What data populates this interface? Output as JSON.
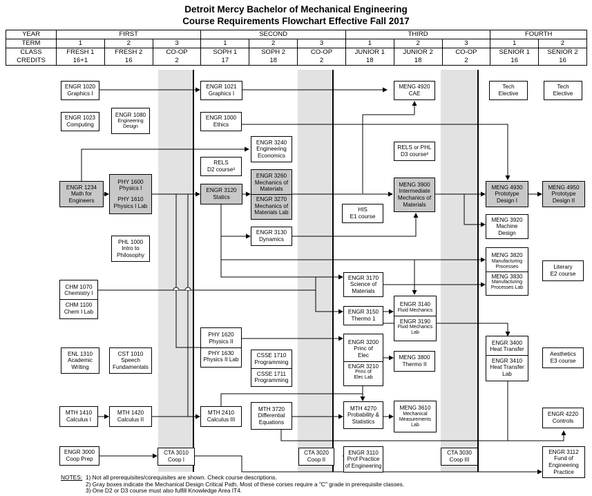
{
  "title_line1": "Detroit Mercy Bachelor of Mechanical Engineering",
  "title_line2": "Course Requirements Flowchart Effective Fall 2017",
  "header": {
    "year_label": "YEAR",
    "term_label": "TERM",
    "class_label": "CLASS",
    "credits_label": "CREDITS",
    "years": [
      "FIRST",
      "SECOND",
      "THIRD",
      "FOURTH"
    ],
    "terms": [
      "1",
      "2",
      "3",
      "1",
      "2",
      "3",
      "1",
      "2",
      "3",
      "1",
      "2"
    ],
    "classes": [
      "FRESH 1",
      "FRESH 2",
      "CO-OP",
      "SOPH 1",
      "SOPH 2",
      "CO-OP",
      "JUNIOR 1",
      "JUNIOR 2",
      "CO-OP",
      "SENIOR 1",
      "SENIOR 2"
    ],
    "credits": [
      "16+1",
      "16",
      "2",
      "17",
      "18",
      "2",
      "18",
      "18",
      "2",
      "16",
      "16"
    ]
  },
  "courses": {
    "engr1020": {
      "code": "ENGR 1020",
      "name": "Graphics I"
    },
    "engr1023": {
      "code": "ENGR 1023",
      "name": "Computing"
    },
    "engr1080": {
      "code": "ENGR 1080",
      "name1": "Engineering",
      "name2": "Design"
    },
    "engr1234": {
      "code": "ENGR 1234",
      "name1": "Math for",
      "name2": "Engineers"
    },
    "phy1600": {
      "code": "PHY 1600",
      "name": "Physics I"
    },
    "phy1610": {
      "code": "PHY 1610",
      "name": "Physics I Lab"
    },
    "phl1000": {
      "code": "PHL 1000",
      "name1": "Intro to",
      "name2": "Philosophy"
    },
    "chm1070": {
      "code": "CHM 1070",
      "name": "Chemistry I"
    },
    "chm1100": {
      "code": "CHM 1100",
      "name": "Chem I Lab"
    },
    "enl1310": {
      "code": "ENL 1310",
      "name1": "Academic",
      "name2": "Writing"
    },
    "cst1010": {
      "code": "CST 1010",
      "name1": "Speech",
      "name2": "Fundamentals"
    },
    "mth1410": {
      "code": "MTH 1410",
      "name": "Calculus I"
    },
    "mth1420": {
      "code": "MTH 1420",
      "name": "Calculus II"
    },
    "engr3000": {
      "code": "ENGR 3000",
      "name": "Coop Prep"
    },
    "cta3010": {
      "code": "CTA 3010",
      "name": "Coop I"
    },
    "engr1021": {
      "code": "ENGR 1021",
      "name": "Graphics I"
    },
    "engr1000": {
      "code": "ENGR 1000",
      "name": "Ethics"
    },
    "rels": {
      "code": "RELS",
      "name": "D2 course³"
    },
    "engr3120": {
      "code": "ENGR 3120",
      "name": "Statics"
    },
    "phy1620": {
      "code": "PHY 1620",
      "name": "Physics II"
    },
    "phy1630": {
      "code": "PHY 1630",
      "name": "Physics II Lab"
    },
    "mth2410": {
      "code": "MTH 2410",
      "name": "Calculus III"
    },
    "engr3240": {
      "code": "ENGR 3240",
      "name1": "Engineering",
      "name2": "Economics"
    },
    "engr3260": {
      "code": "ENGR 3260",
      "name1": "Mechanics of",
      "name2": "Materials"
    },
    "engr3270": {
      "code": "ENGR 3270",
      "name1": "Mechanics of",
      "name2": "Materials Lab"
    },
    "engr3130": {
      "code": "ENGR 3130",
      "name": "Dynamics"
    },
    "csse1710": {
      "code": "CSSE 1710",
      "name": "Programming"
    },
    "csse1711": {
      "code": "CSSE 1711",
      "name": "Programming"
    },
    "mth3720": {
      "code": "MTH 3720",
      "name1": "Differential",
      "name2": "Equations"
    },
    "cta3020": {
      "code": "CTA 3020",
      "name": "Coop II"
    },
    "his": {
      "code": "HIS",
      "name": "E1 course"
    },
    "engr3170": {
      "code": "ENGR 3170",
      "name1": "Science of",
      "name2": "Materials"
    },
    "engr3150": {
      "code": "ENGR 3150",
      "name": "Thermo 1"
    },
    "engr3200": {
      "code": "ENGR 3200",
      "name": "Princ of",
      "name2": "Elec"
    },
    "engr3210": {
      "code": "ENGR 3210",
      "name1": "Princ of",
      "name2": "Elec Lab"
    },
    "mth4270": {
      "code": "MTH 4270",
      "name1": "Probability &",
      "name2": "Statistics"
    },
    "engr3110": {
      "code": "ENGR 3110",
      "name1": "Prof Practice",
      "name2": "of Engineering"
    },
    "meng4920": {
      "code": "MENG 4920",
      "name": "CAE"
    },
    "relsphl": {
      "code": "RELS or PHL",
      "name": "D3 course³"
    },
    "meng3900": {
      "code": "MENG 3900",
      "name1": "Intermediate",
      "name2": "Mechanics of",
      "name3": "Materials"
    },
    "engr3140": {
      "code": "ENGR 3140",
      "name": "Fluid Mechanics"
    },
    "engr3190": {
      "code": "ENGR 3190",
      "name1": "Fluid Mechanics",
      "name2": "Lab"
    },
    "meng3800": {
      "code": "MENG 3800",
      "name": "Thermo II"
    },
    "meng3610": {
      "code": "MENG 3610",
      "name1": "Mechanical",
      "name2": "Measurements",
      "name3": "Lab"
    },
    "cta3030": {
      "code": "CTA 3030",
      "name": "Coop III"
    },
    "tech": {
      "name1": "Tech",
      "name2": "Elective"
    },
    "meng4930": {
      "code": "MENG 4930",
      "name1": "Prototype",
      "name2": "Design I"
    },
    "meng3920": {
      "code": "MENG 3920",
      "name1": "Machine",
      "name2": "Design"
    },
    "meng3820": {
      "code": "MENG 3820",
      "name1": "Manufacturing",
      "name2": "Processes"
    },
    "meng3830": {
      "code": "MENG 3830",
      "name1": "Manufacturing",
      "name2": "Processes Lab"
    },
    "engr3400": {
      "code": "ENGR 3400",
      "name": "Heat Transfer"
    },
    "engr3410": {
      "code": "ENGR 3410",
      "name1": "Heat Transfer",
      "name2": "Lab"
    },
    "tech2": {
      "name1": "Tech",
      "name2": "Elective"
    },
    "meng4950": {
      "code": "MENG 4950",
      "name1": "Prototype",
      "name2": "Design II"
    },
    "literary": {
      "name1": "Literary",
      "name2": "E2 course"
    },
    "aesthetics": {
      "name1": "Aesthetics",
      "name2": "E3 course"
    },
    "engr4220": {
      "code": "ENGR 4220",
      "name": "Controls"
    },
    "engr3112": {
      "code": "ENGR 3112",
      "name1": "Fund of",
      "name2": "Engineering",
      "name3": "Practice"
    }
  },
  "notes": {
    "label": "NOTES:",
    "n1": "1) Not all prerequisites/corequisites are shown. Check course descriptions.",
    "n2": "2) Gray boxes indicate the Mechanical Design Critical Path. Most of these corses require a \"C\" grade in prerequisite classes.",
    "n3": "3) One D2 or D3 course must also fulfill Knowledge Area IT4."
  },
  "colors": {
    "coop_band": "#e2e2e2",
    "critical_path": "#c8c8c8"
  }
}
